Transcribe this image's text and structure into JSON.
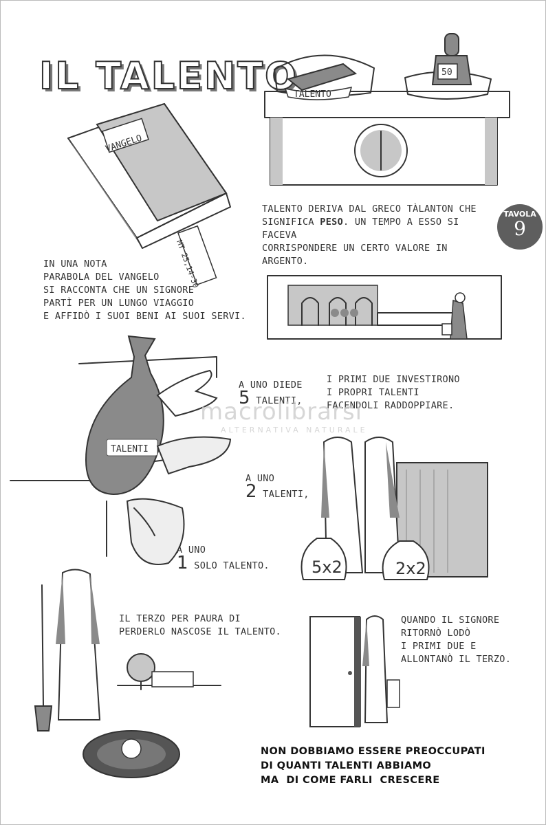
{
  "title": "IL TALENTO",
  "badge": {
    "label": "TAVOLA",
    "number": "9"
  },
  "intro_text": [
    "TALENTO DERIVA DAL GRECO TÀLANTON CHE",
    "SIGNIFICA ",
    "PESO",
    ". UN TEMPO A ESSO SI FACEVA",
    "CORRISPONDERE UN CERTO VALORE IN ARGENTO."
  ],
  "scale": {
    "left_label": "TALENTO",
    "right_label": "50"
  },
  "book": {
    "title": "VANGELO",
    "bookmark": "MT 25,14-30"
  },
  "parable_text": [
    "IN UNA NOTA",
    "PARABOLA DEL VANGELO",
    "SI RACCONTA CHE UN SIGNORE",
    "PARTÌ PER UN LUNGO VIAGGIO",
    "E AFFIDÒ I SUOI BENI AI SUOI SERVI."
  ],
  "bag_label": "TALENTI",
  "gift_five": {
    "prefix": "A UNO DIEDE",
    "number": "5",
    "suffix": "TALENTI,"
  },
  "gift_two": {
    "prefix": "A UNO",
    "number": "2",
    "suffix": "TALENTI,"
  },
  "gift_one": {
    "prefix": "A UNO",
    "number": "1",
    "suffix": "SOLO TALENTO."
  },
  "invest_text": [
    "I PRIMI DUE INVESTIRONO",
    "I PROPRI TALENTI",
    "FACENDOLI RADDOPPIARE."
  ],
  "bags": {
    "left": "5x2",
    "right": "2x2"
  },
  "third_text": [
    "IL TERZO PER PAURA DI",
    "PERDERLO NASCOSE IL TALENTO."
  ],
  "return_text": [
    "QUANDO IL SIGNORE",
    "RITORNÒ LODÒ",
    "I PRIMI DUE E",
    "ALLONTANÒ IL TERZO."
  ],
  "conclusion": [
    "NON DOBBIAMO ESSERE PREOCCUPATI",
    "DI QUANTI TALENTI ABBIAMO",
    "MA  DI COME FARLI  CRESCERE"
  ],
  "watermark": {
    "brand": "macrolibrarsi",
    "tagline": "ALTERNATIVA NATURALE"
  },
  "colors": {
    "ink": "#333333",
    "shade": "#8a8a8a",
    "badge": "#5e5e5e"
  }
}
